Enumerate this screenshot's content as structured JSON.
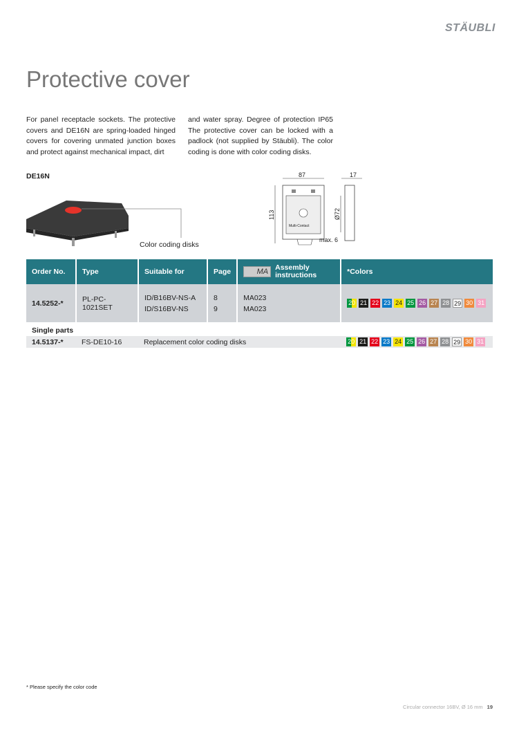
{
  "brand": "STÄUBLI",
  "title": "Protective cover",
  "intro": {
    "col1": "For panel receptacle sockets. The protective covers and DE16N are spring-loaded hinged covers for covering unmated junction boxes and protect against mechanical impact, dirt",
    "col2": "and water spray. Degree of protection IP65 The protective cover can be locked with a padlock (not supplied by Stäubli). The color coding is done with color coding disks."
  },
  "product_label": "DE16N",
  "callout": "Color coding disks",
  "drawing": {
    "width": "87",
    "depth": "17",
    "height": "113",
    "diameter": "Ø72",
    "max": "max. 6",
    "marking": "Multi-Contact"
  },
  "table": {
    "headers": {
      "order": "Order No.",
      "type": "Type",
      "suitable": "Suitable for",
      "page": "Page",
      "ma_icon": "MA",
      "assembly": "Assembly instructions",
      "colors": "*Colors"
    },
    "rows": [
      {
        "order": "14.5252-*",
        "type": "PL-PC-1021SET",
        "suitable": [
          "ID/B16BV-NS-A",
          "ID/S16BV-NS"
        ],
        "page": [
          "8",
          "9"
        ],
        "assembly": [
          "MA023",
          "MA023"
        ]
      }
    ],
    "single_parts_label": "Single parts",
    "single_parts": [
      {
        "order": "14.5137-*",
        "type": "FS-DE10-16",
        "description": "Replacement color coding disks"
      }
    ],
    "colors": [
      {
        "code": "20",
        "bg": "linear-gradient(90deg,#00963f 50%,#f3e500 50%)",
        "fg": "#fff"
      },
      {
        "code": "21",
        "bg": "#1d1d1b",
        "fg": "#fff"
      },
      {
        "code": "22",
        "bg": "#e3001b",
        "fg": "#fff"
      },
      {
        "code": "23",
        "bg": "#0a7ac8",
        "fg": "#fff"
      },
      {
        "code": "24",
        "bg": "#f5e400",
        "fg": "#222"
      },
      {
        "code": "25",
        "bg": "#00963f",
        "fg": "#fff"
      },
      {
        "code": "26",
        "bg": "#a45ba3",
        "fg": "#fff"
      },
      {
        "code": "27",
        "bg": "#b88450",
        "fg": "#fff"
      },
      {
        "code": "28",
        "bg": "#8f9193",
        "fg": "#fff"
      },
      {
        "code": "29",
        "bg": "#ffffff",
        "fg": "#222"
      },
      {
        "code": "30",
        "bg": "#f08a3c",
        "fg": "#fff"
      },
      {
        "code": "31",
        "bg": "#f5a3c3",
        "fg": "#fff"
      }
    ]
  },
  "footnote": "*  Please specify the color code",
  "footer": {
    "text": "Circular connector 16BV, Ø 16 mm",
    "page": "19"
  }
}
